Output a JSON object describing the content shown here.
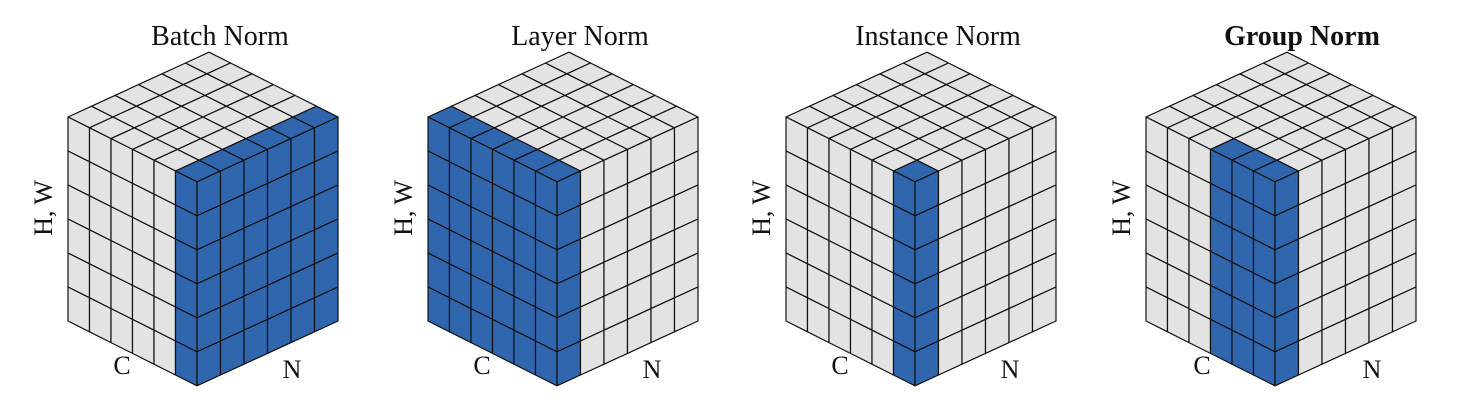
{
  "colors": {
    "highlight": "#2f66ae",
    "cell": "#e3e3e3",
    "grid": "#111111"
  },
  "grid": {
    "c": 6,
    "n": 6,
    "hw": 6
  },
  "panels": [
    {
      "title": "Batch Norm",
      "bold": false,
      "ylabel": "H, W",
      "c_label": "C",
      "n_label": "N",
      "highlight": {
        "c": [
          5,
          5
        ]
      }
    },
    {
      "title": "Layer Norm",
      "bold": false,
      "ylabel": "H, W",
      "c_label": "C",
      "n_label": "N",
      "highlight": {
        "n": [
          0,
          0
        ]
      }
    },
    {
      "title": "Instance Norm",
      "bold": false,
      "ylabel": "H, W",
      "c_label": "C",
      "n_label": "N",
      "highlight": {
        "c": [
          5,
          5
        ],
        "n": [
          0,
          0
        ]
      }
    },
    {
      "title": "Group Norm",
      "bold": true,
      "ylabel": "H, W",
      "c_label": "C",
      "n_label": "N",
      "highlight": {
        "c": [
          3,
          5
        ],
        "n": [
          0,
          0
        ]
      }
    }
  ]
}
